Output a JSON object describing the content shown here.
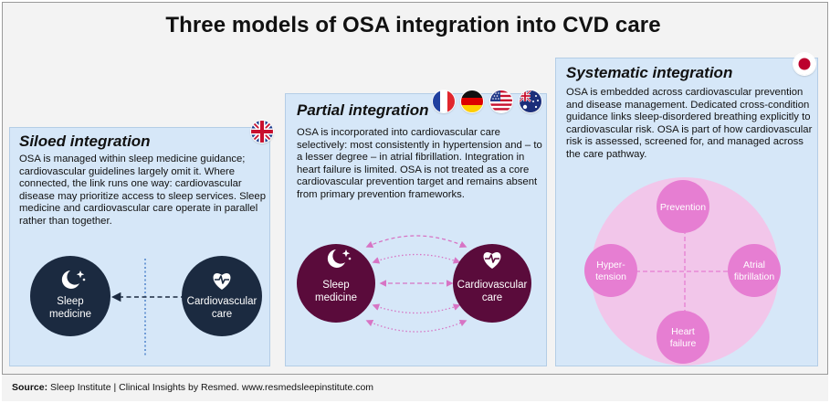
{
  "title": "Three models of OSA integration into CVD care",
  "siloed": {
    "title": "Siloed integration",
    "text": "OSA is managed within sleep medicine guidance; cardiovascular guidelines largely omit it. Where connected, the link runs one way: cardiovascular disease may prioritize access to sleep services. Sleep medicine and cardiovascular care operate in parallel rather than together.",
    "flags": [
      "uk-flag-icon"
    ],
    "nodes": {
      "sleep": [
        "Sleep",
        "medicine"
      ],
      "cardio": [
        "Cardiovascular",
        "care"
      ]
    },
    "color": "#1b2a40"
  },
  "partial": {
    "title": "Partial integration",
    "text": "OSA is incorporated into cardiovascular care selectively: most consistently in hypertension and – to a lesser degree – in atrial fibrillation. Integration in heart failure is limited. OSA is not treated as a core cardiovascular prevention target and remains absent from primary prevention frameworks.",
    "flags": [
      "france-flag-icon",
      "germany-flag-icon",
      "usa-flag-icon",
      "australia-flag-icon"
    ],
    "nodes": {
      "sleep": [
        "Sleep",
        "medicine"
      ],
      "cardio": [
        "Cardiovascular",
        "care"
      ]
    },
    "color": "#5a0b3b",
    "arrow_color": "#d774c4"
  },
  "systematic": {
    "title": "Systematic integration",
    "text": "OSA is embedded across cardiovascular prevention and disease management. Dedicated cross-condition guidance links sleep-disordered breathing explicitly to cardiovascular risk. OSA is part of how cardiovascular risk is assessed, screened for, and managed across the care pathway.",
    "flags": [
      "japan-flag-icon"
    ],
    "nodes": {
      "top": [
        "Prevention"
      ],
      "left": [
        "Hyper-",
        "tension"
      ],
      "right": [
        "Atrial",
        "fibrillation"
      ],
      "bottom": [
        "Heart",
        "failure"
      ]
    },
    "color": "#e67ed2",
    "ring_color": "#f2c6ea"
  },
  "footer": {
    "source_label": "Source:",
    "source_text": " Sleep Institute | Clinical Insights by Resmed. www.resmedsleepinstitute.com"
  }
}
